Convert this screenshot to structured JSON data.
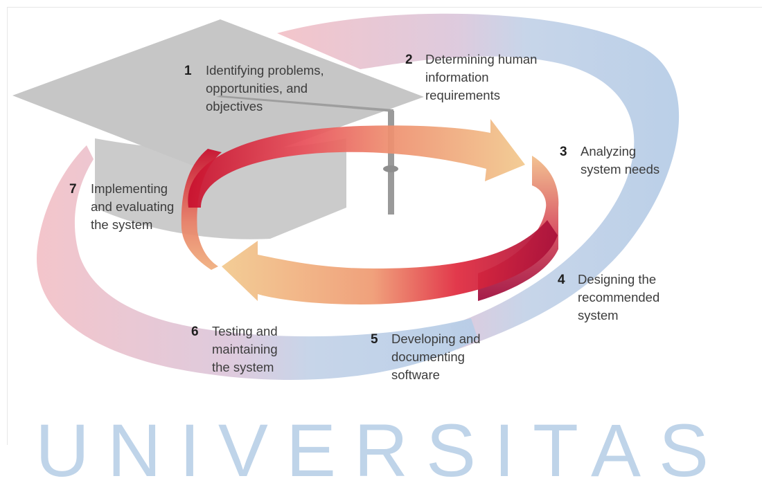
{
  "steps": [
    {
      "number": "1",
      "lines": [
        "Identifying problems,",
        "opportunities, and",
        "objectives"
      ]
    },
    {
      "number": "2",
      "lines": [
        "Determining human",
        "information",
        "requirements"
      ]
    },
    {
      "number": "3",
      "lines": [
        "Analyzing",
        "system needs"
      ]
    },
    {
      "number": "4",
      "lines": [
        "Designing the",
        "recommended",
        "system"
      ]
    },
    {
      "number": "5",
      "lines": [
        "Developing and",
        "documenting",
        "software"
      ]
    },
    {
      "number": "6",
      "lines": [
        "Testing and",
        "maintaining",
        "the system"
      ]
    },
    {
      "number": "7",
      "lines": [
        "Implementing",
        "and evaluating",
        "the system"
      ]
    }
  ],
  "watermark": "UNIVERSITAS",
  "colors": {
    "outer_arc_pink": "#f0b9c0",
    "outer_arc_blue": "#bcd1e8",
    "cap_gray": "#c8c8c8",
    "arrow_red": "#c8102e",
    "arrow_orange": "#f0c090",
    "watermark": "#b9d0e7"
  }
}
